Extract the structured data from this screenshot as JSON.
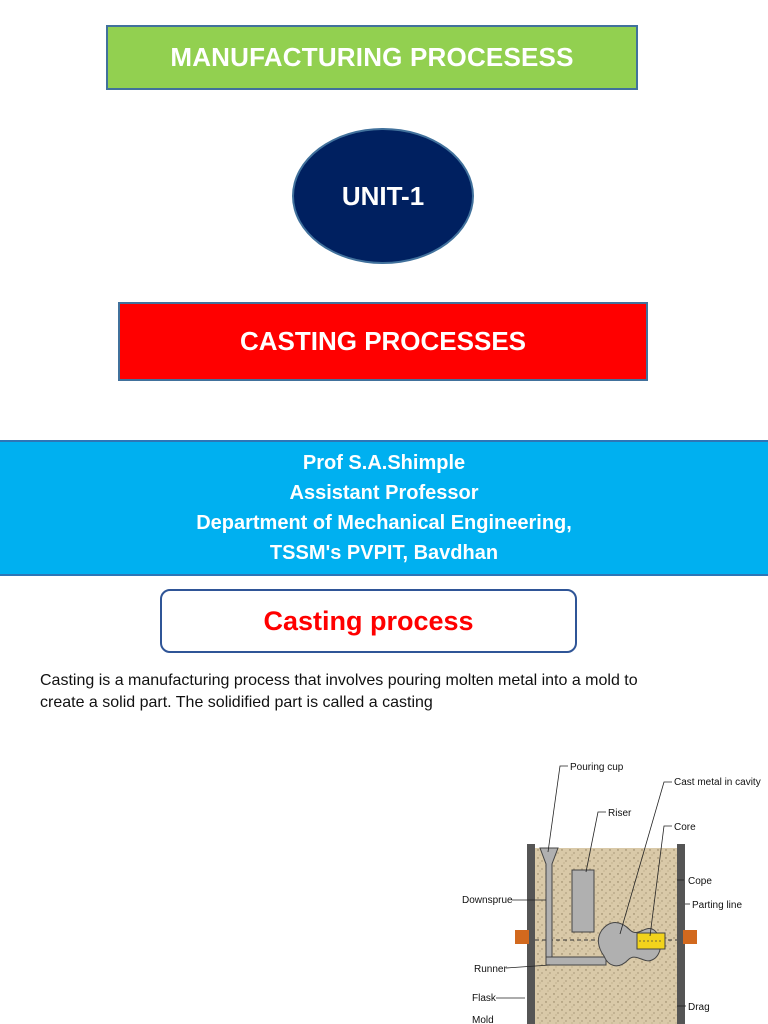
{
  "header": {
    "title": "MANUFACTURING PROCESESS"
  },
  "unit": {
    "label": "UNIT-1"
  },
  "topic": {
    "title": "CASTING PROCESSES"
  },
  "author": {
    "name": "Prof S.A.Shimple",
    "designation": "Assistant Professor",
    "department": "Department of Mechanical Engineering,",
    "institute": "TSSM's PVPIT, Bavdhan"
  },
  "section": {
    "title": "Casting process",
    "description_line1": "Casting is a manufacturing process that involves pouring molten metal into a mold to",
    "description_line2": "create a solid part. The solidified part is called a casting"
  },
  "diagram": {
    "labels": {
      "pouring_cup": "Pouring cup",
      "cast_metal": "Cast metal in cavity",
      "riser": "Riser",
      "core": "Core",
      "cope": "Cope",
      "parting_line": "Parting line",
      "downsprue": "Downsprue",
      "runner": "Runner",
      "flask": "Flask",
      "drag": "Drag",
      "mold": "Mold"
    }
  },
  "colors": {
    "green_banner": "#92d050",
    "navy_oval": "#002060",
    "red_banner": "#ff0000",
    "blue_band": "#00b0f0",
    "section_title_text": "#ff0000"
  }
}
